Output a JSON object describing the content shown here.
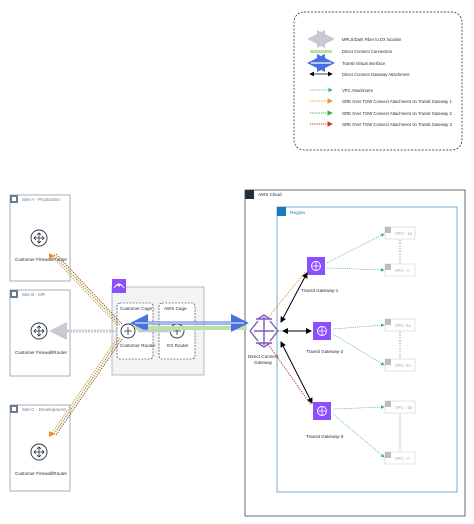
{
  "legend": {
    "items": [
      {
        "label": "MPLS/Dark Fiber to DX location",
        "style": "gray-double-arrow"
      },
      {
        "label": "Direct Connect Connection",
        "style": "green-band"
      },
      {
        "label": "Transit Virtual Interface",
        "style": "blue-double-arrow"
      },
      {
        "label": "Direct Connect Gateway Attachment",
        "style": "black-double-arrow"
      },
      {
        "label": "VPC Attachment",
        "style": "teal-dotted-arrow"
      },
      {
        "label": "GRE Over TGW Connect Attachment  on Transit Gateway 1",
        "style": "orange-dotted-arrow"
      },
      {
        "label": "GRE Over TGW Connect Attachment  on Transit Gateway 2",
        "style": "green-dotted-arrow"
      },
      {
        "label": "GRE Over TGW Connect Attachment  on Transit Gateway 3",
        "style": "red-dotted-arrow"
      }
    ]
  },
  "sites": [
    {
      "title": "Site A - Production",
      "device": "Customer Firewall/Router"
    },
    {
      "title": "Site B - DR",
      "device": "Customer Firewall/Router"
    },
    {
      "title": "Site C - Development",
      "device": "Customer Firewall/Router"
    }
  ],
  "dx_location": {
    "customer_cage": "Customer Cage",
    "customer_router": "Customer Router",
    "aws_cage": "AWS Cage",
    "dx_router": "DX Router"
  },
  "aws_cloud": {
    "title": "AWS Cloud",
    "region": "Region",
    "dx_gateway": "Direct Connect Gateway",
    "transit_gateways": [
      "Transit Gateway-1",
      "Transit Gateway-2",
      "Transit Gateway-3"
    ],
    "vpcs": [
      "VPC - 1a",
      "VPC - n",
      "VPC- 2a",
      "VPC- 2n",
      "VPC - 3a",
      "VPC - n"
    ]
  },
  "colors": {
    "gray_arrow": "#c7cbd1",
    "green_band": "#b9e3a4",
    "blue_arrow": "#4a6fe0",
    "teal": "#3aa6a0",
    "orange": "#f0901e",
    "green": "#3fae49",
    "red": "#d13212",
    "tgw_purple": "#8c4fff",
    "region_blue": "#147eba"
  }
}
